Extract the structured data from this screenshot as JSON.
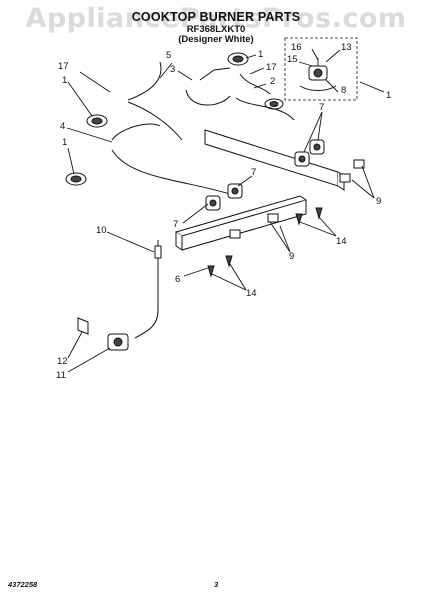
{
  "header": {
    "title": "COOKTOP BURNER PARTS",
    "model": "RF368LXKT0",
    "color_note": "(Designer White)"
  },
  "watermark": "AppliancePartsPros.com",
  "callouts": {
    "c1_top_right": "1",
    "c1_top_left": "1",
    "c1_left_lower": "1",
    "c1_inset": "1",
    "c2": "2",
    "c3": "3",
    "c4": "4",
    "c5": "5",
    "c6": "6",
    "c7_top": "7",
    "c7_mid_right": "7",
    "c7_left": "7",
    "c8": "8",
    "c9_right": "9",
    "c9_lower": "9",
    "c10": "10",
    "c11": "11",
    "c12": "12",
    "c13": "13",
    "c14_right": "14",
    "c14_lower": "14",
    "c15": "15",
    "c16": "16",
    "c17_left": "17",
    "c17_right": "17"
  },
  "footer": {
    "doc_number": "4372258",
    "page_number": "3"
  }
}
